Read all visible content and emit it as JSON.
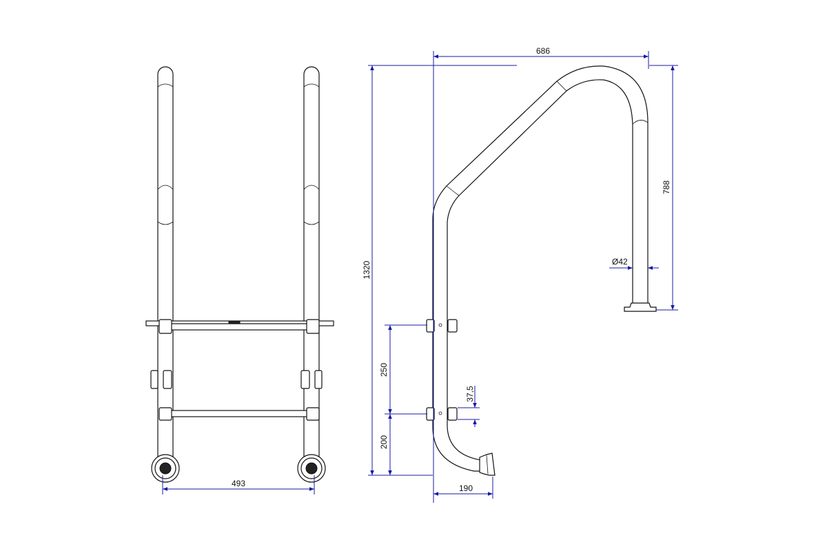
{
  "dimensions": {
    "front_width": "493",
    "side_top_width": "686",
    "total_height": "1320",
    "handrail_height": "788",
    "tube_diameter": "Ø42",
    "step_spacing": "250",
    "step_offset": "37,5",
    "bottom_height": "200",
    "bottom_width": "190"
  },
  "colors": {
    "dimension_line": "#1a1aa6",
    "outline": "#111111"
  }
}
